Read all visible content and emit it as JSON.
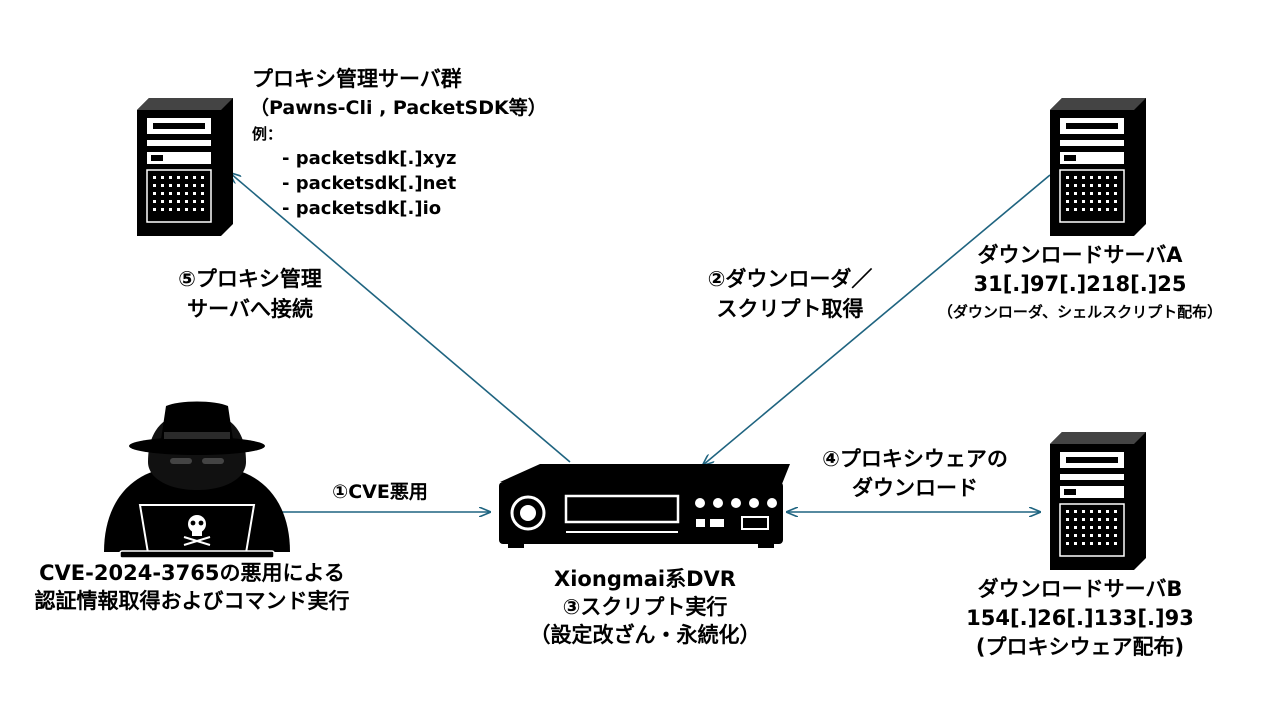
{
  "colors": {
    "arrow": "#1f6480",
    "ink": "#000000",
    "background": "#ffffff"
  },
  "nodes": {
    "proxy_mgmt": {
      "icon": "server-tower-icon",
      "title": "プロキシ管理サーバ群",
      "subtitle": "（Pawns-Cli , PacketSDK等）",
      "examples_label": "例：",
      "examples": [
        "- packetsdk[.]xyz",
        "- packetsdk[.]net",
        "- packetsdk[.]io"
      ]
    },
    "download_a": {
      "icon": "server-tower-icon",
      "title": "ダウンロードサーバA",
      "address": "31[.]97[.]218[.]25",
      "note": "（ダウンローダ、シェルスクリプト配布）"
    },
    "download_b": {
      "icon": "server-tower-icon",
      "title": "ダウンロードサーバB",
      "address": "154[.]26[.]133[.]93",
      "note": "(プロキシウェア配布)"
    },
    "attacker": {
      "icon": "hacker-laptop-icon",
      "line1": "CVE-2024-3765の悪用による",
      "line2": "認証情報取得およびコマンド実行"
    },
    "dvr": {
      "icon": "dvr-device-icon",
      "title": "Xiongmai系DVR",
      "step": "③スクリプト実行",
      "note": "（設定改ざん・永続化）"
    }
  },
  "edges": {
    "step1": {
      "label": "①CVE悪用"
    },
    "step2": {
      "line1": "②ダウンローダ／",
      "line2": "スクリプト取得"
    },
    "step4": {
      "line1": "④プロキシウェアの",
      "line2": "ダウンロード"
    },
    "step5": {
      "line1": "⑤プロキシ管理",
      "line2": "サーバへ接続"
    }
  }
}
